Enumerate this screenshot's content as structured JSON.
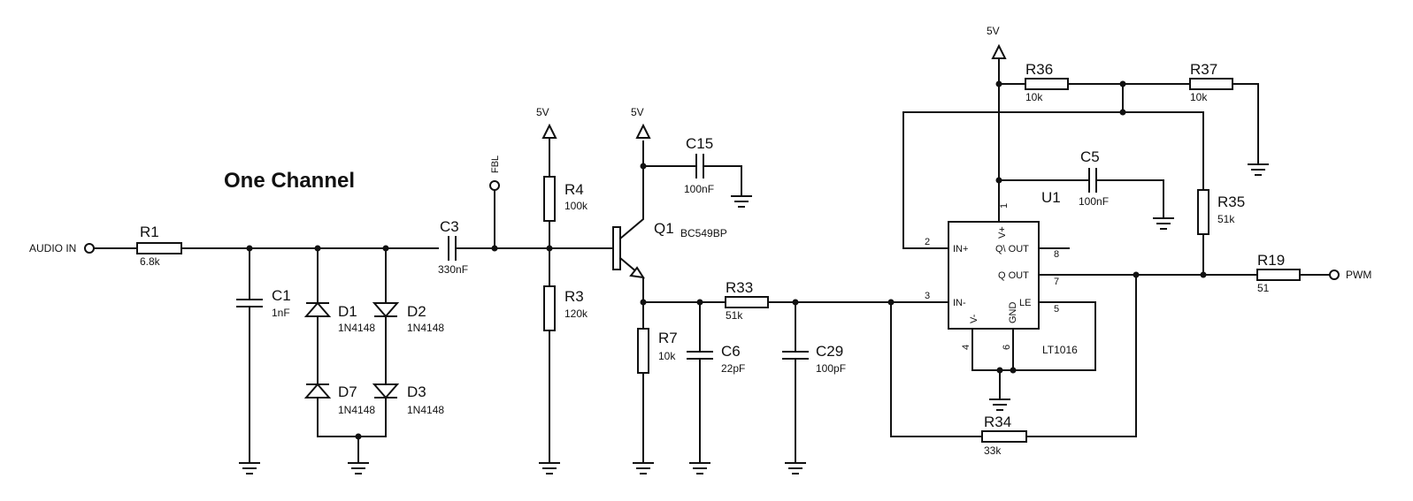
{
  "diagram": {
    "title": "One Channel",
    "input": "AUDIO IN",
    "output": "PWM",
    "test_point": "FBL",
    "supplies": {
      "r4": "5V",
      "q1": "5V",
      "u1": "5V"
    }
  },
  "components": {
    "R1": {
      "name": "R1",
      "value": "6.8k"
    },
    "C1": {
      "name": "C1",
      "value": "1nF"
    },
    "D1": {
      "name": "D1",
      "value": "1N4148"
    },
    "D2": {
      "name": "D2",
      "value": "1N4148"
    },
    "D7": {
      "name": "D7",
      "value": "1N4148"
    },
    "D3": {
      "name": "D3",
      "value": "1N4148"
    },
    "C3": {
      "name": "C3",
      "value": "330nF"
    },
    "R4": {
      "name": "R4",
      "value": "100k"
    },
    "R3": {
      "name": "R3",
      "value": "120k"
    },
    "Q1": {
      "name": "Q1",
      "value": "BC549BP"
    },
    "C15": {
      "name": "C15",
      "value": "100nF"
    },
    "R7": {
      "name": "R7",
      "value": "10k"
    },
    "C6": {
      "name": "C6",
      "value": "22pF"
    },
    "R33": {
      "name": "R33",
      "value": "51k"
    },
    "C29": {
      "name": "C29",
      "value": "100pF"
    },
    "R34": {
      "name": "R34",
      "value": "33k"
    },
    "U1": {
      "name": "U1",
      "value": "LT1016"
    },
    "C5": {
      "name": "C5",
      "value": "100nF"
    },
    "R36": {
      "name": "R36",
      "value": "10k"
    },
    "R37": {
      "name": "R37",
      "value": "10k"
    },
    "R35": {
      "name": "R35",
      "value": "51k"
    },
    "R19": {
      "name": "R19",
      "value": "51"
    }
  },
  "u1_pins": {
    "in_plus": "IN+",
    "in_minus": "IN-",
    "q_out": "Q OUT",
    "qbar_out": "Q\\ OUT",
    "v_plus": "V+",
    "v_minus": "V-",
    "gnd": "GND",
    "le": "LE",
    "n1": "1",
    "n2": "2",
    "n3": "3",
    "n4": "4",
    "n5": "5",
    "n6": "6",
    "n7": "7",
    "n8": "8"
  }
}
